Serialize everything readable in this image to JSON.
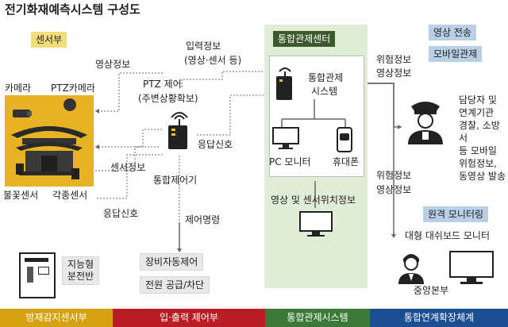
{
  "title": "전기화재예측시스템 구성도",
  "colors": {
    "sensor_bar": "#d6a10f",
    "io_bar": "#b81e24",
    "control_bar": "#3e7a37",
    "link_bar": "#1b4f92",
    "center_panel": "#dfecd6",
    "photo_bg": "#e7b324"
  },
  "sensor": {
    "tag": "센서부",
    "video_info": "영상정보",
    "camera": "카메라",
    "ptz_camera": "PTZ카메라",
    "flame_sensor": "불꽃센서",
    "various_sensor": "각종센서",
    "sensor_info": "센서정보",
    "response_signal": "응답신호",
    "panel_label_1": "지능형",
    "panel_label_2": "분전반"
  },
  "io": {
    "ptz_line1": "PTZ 제어",
    "ptz_line2": "(주변상황확보)",
    "input_line1": "입력정보",
    "input_line2": "(영상·센서 등)",
    "response_signal": "응답신호",
    "controller": "통합제어기",
    "control_command": "제어명령",
    "auto_control": "장비자동제어",
    "power": "전원 공급/차단"
  },
  "control": {
    "header": "통합관제센터",
    "system_line1": "통합관제",
    "system_line2": "시스템",
    "pc_monitor": "PC 모니터",
    "phone": "휴대폰",
    "location_info": "영상 및 센서위치정보"
  },
  "link": {
    "risk1_line1": "위험정보",
    "risk1_line2": "영상정보",
    "video_transfer": "영상 전송",
    "mobile_control": "모바일관제",
    "person_desc": [
      "담당자 및",
      "연계기관",
      "경찰, 소방서",
      "등 모바일",
      "위험정보,",
      "동영상 발송"
    ],
    "risk2_line1": "위험정보",
    "risk2_line2": "영상정보",
    "remote_monitoring": "원격 모니터링",
    "large_monitor": "대형 대쉬보드 모니터",
    "headquarters": "중앙본부"
  },
  "bottom": {
    "sensor": "방재감지센서부",
    "io": "입·출력 제어부",
    "control": "통합관제시스템",
    "link": "통합연계확장체계"
  }
}
